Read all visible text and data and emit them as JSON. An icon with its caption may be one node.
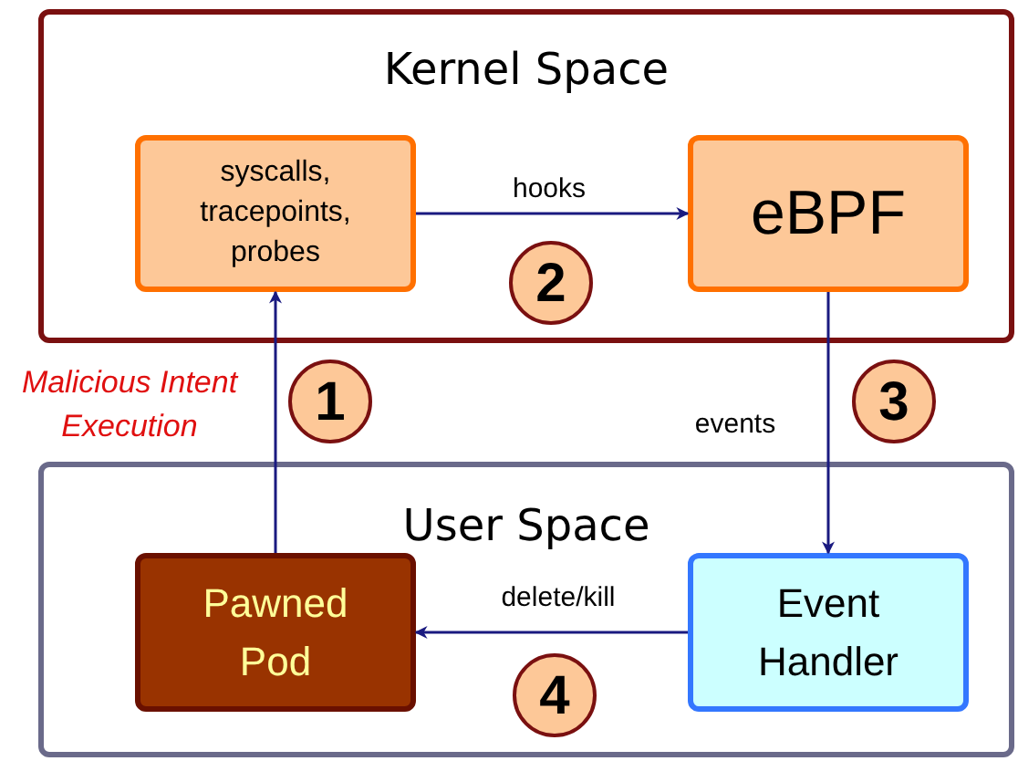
{
  "diagram": {
    "nodes": [
      {
        "text": [
          "Kernel Space"
        ]
      },
      {
        "text": [
          "syscalls, tracepoints, probes"
        ],
        "in": 0
      },
      {
        "text": [
          "eBPF"
        ],
        "in": 0
      },
      {
        "text": [
          "User Space"
        ]
      },
      {
        "text": [
          "Pawned Pod"
        ],
        "in": 3
      },
      {
        "text": [
          "Event Handler"
        ],
        "in": 3
      },
      {
        "text": [
          "1"
        ]
      },
      {
        "text": [
          "2"
        ],
        "in": 0
      },
      {
        "text": [
          "3"
        ]
      },
      {
        "text": [
          "4"
        ],
        "in": 3
      }
    ],
    "edges": [
      {
        "from": 4,
        "to": 1,
        "arrow": "to",
        "label": "Malicious Intent Execution"
      },
      {
        "from": 1,
        "to": 2,
        "arrow": "to",
        "label": "hooks"
      },
      {
        "from": 2,
        "to": 5,
        "arrow": "to",
        "label": "events"
      },
      {
        "from": 5,
        "to": 4,
        "arrow": "to",
        "label": "delete/kill"
      }
    ]
  }
}
